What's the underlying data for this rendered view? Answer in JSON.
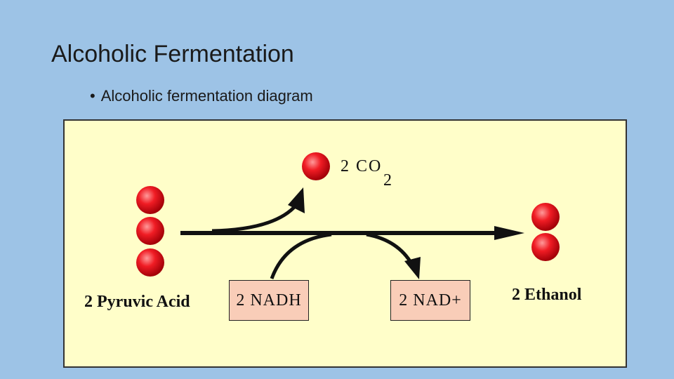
{
  "slide": {
    "title": "Alcoholic Fermentation",
    "bullet": "Alcoholic fermentation diagram"
  },
  "diagram": {
    "co2_label": "2 CO",
    "co2_subscript": "2",
    "pyruvic_label": "2 Pyruvic Acid",
    "nadh_label": "2 NADH",
    "nad_label": "2 NAD+",
    "ethanol_label": "2 Ethanol"
  },
  "colors": {
    "background": "#9dc3e6",
    "panel": "#fffec9",
    "box_fill": "#f9cdb8",
    "molecule": "#e8141c"
  }
}
